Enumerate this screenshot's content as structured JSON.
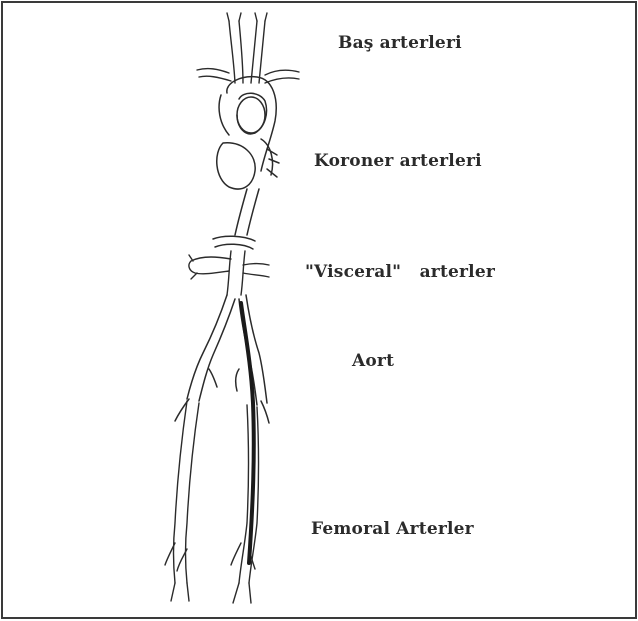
{
  "figure": {
    "labels": {
      "head_arteries": "Baş arterleri",
      "coronary_arteries": "Koroner arterleri",
      "visceral_arteries": "\"Visceral\"   arterler",
      "aorta": "Aort",
      "femoral_arteries": "Femoral Arterler"
    },
    "colors": {
      "ink": "#2b2b2b",
      "highlighted_vessel": "#1a1a1a",
      "background": "#ffffff",
      "frame": "#3a3a3a"
    }
  }
}
